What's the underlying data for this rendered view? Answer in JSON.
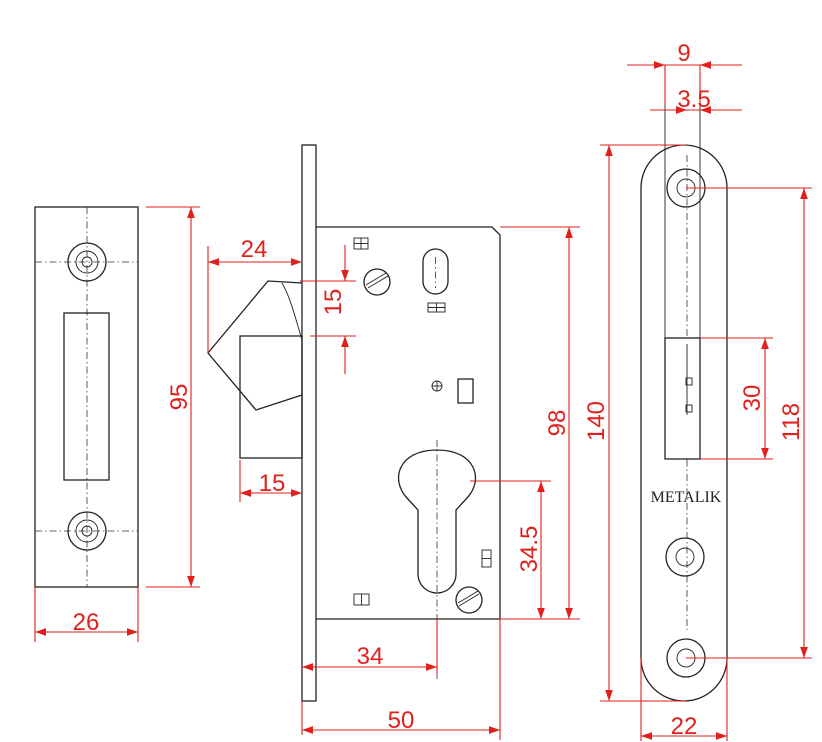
{
  "diagram": {
    "brand_text": "METALIK",
    "dimensions": {
      "strike_width": "26",
      "strike_height": "95",
      "latch_throw": "24",
      "latch_offset": "15",
      "bolt_width": "15",
      "body_height": "98",
      "cylinder_offset": "34.5",
      "backset": "34",
      "case_depth": "50",
      "faceplate_thickness": "9",
      "faceplate_offset": "3.5",
      "faceplate_height": "140",
      "screw_spacing": "118",
      "latch_height": "30",
      "faceplate_width": "22"
    },
    "colors": {
      "outline": "#222222",
      "dimension": "#e0201c"
    }
  }
}
